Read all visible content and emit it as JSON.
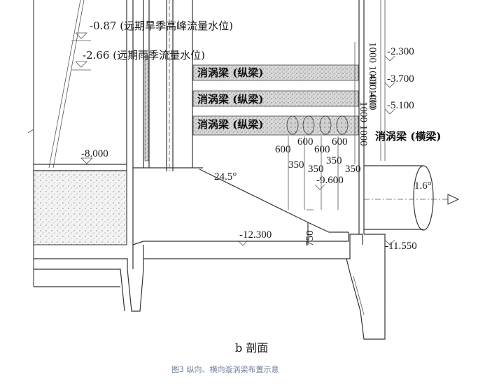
{
  "levels_left": {
    "high_water": "-0.87 (远期旱季高峰流量水位)",
    "rain_water": "-2.66 (远期雨季流量水位)",
    "ground": "-8.000"
  },
  "beams": {
    "b1": "消涡梁 (纵梁)",
    "b2": "消涡梁 (纵梁)",
    "b3": "消涡梁 (纵梁)",
    "cross": "消涡梁 (横梁)"
  },
  "levels_right": {
    "l1": "-2.300",
    "l2": "-3.700",
    "l3": "-5.100",
    "l4": "-9.600",
    "l5": "-11.550",
    "floor": "-12.300"
  },
  "dims": {
    "vert_top": "1000 1000 1000",
    "vert_mid": "400 400",
    "vert_bot": "1000 1000",
    "h600a": "600",
    "h600b": "600",
    "h600c": "600",
    "h600d": "600",
    "h350a": "350",
    "h350b": "350",
    "h350c": "350",
    "h350d": "350",
    "slope750": "750"
  },
  "angles": {
    "slope": "24.5°",
    "pipe": "1.6°"
  },
  "section_label": "b 剖面",
  "caption": "图3 纵向、横向漩涡梁布置示意",
  "colors": {
    "line": "#333333",
    "hatch": "#cfcfcf",
    "caption": "#6f7f99"
  }
}
